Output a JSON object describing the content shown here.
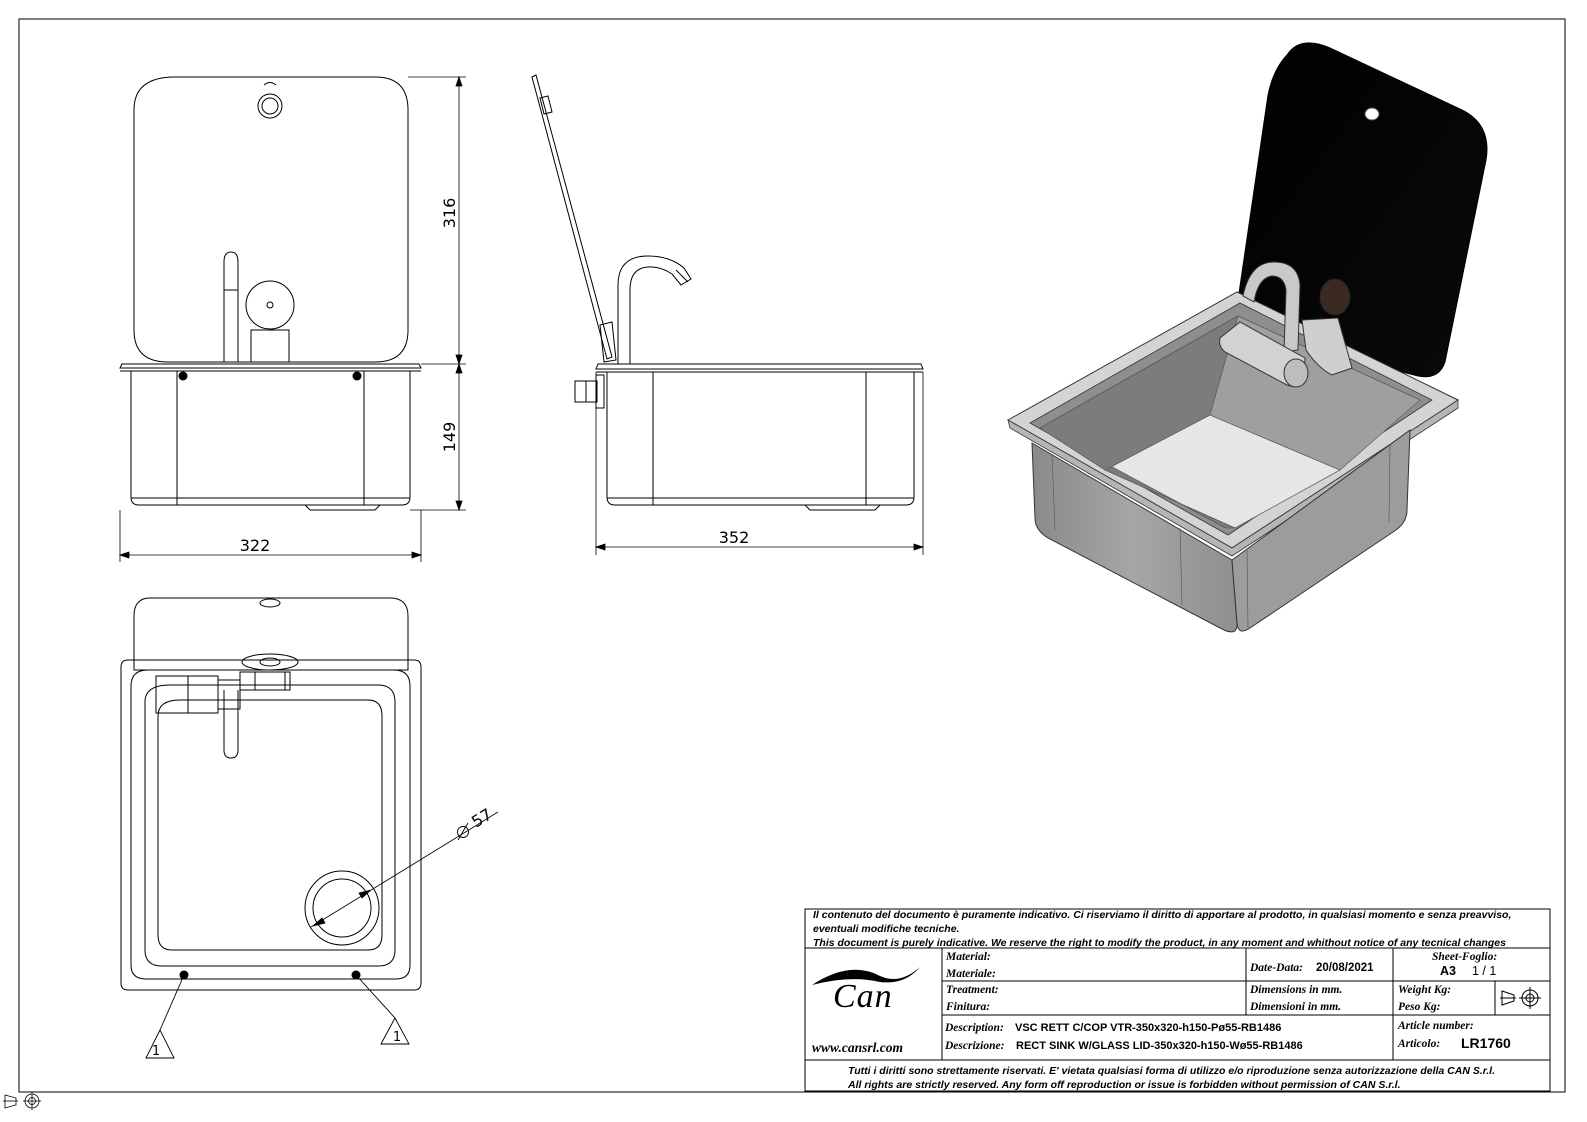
{
  "dimensions": {
    "height_lid": "316",
    "height_bowl": "149",
    "width_front": "322",
    "width_side": "352",
    "drain_diameter": "57"
  },
  "weld_marks": [
    "1",
    "1"
  ],
  "title_block": {
    "disclaimer_it": "Il contenuto del documento è puramente indicativo. Ci riserviamo il diritto di apportare al prodotto, in qualsiasi momento e senza preavviso,",
    "disclaimer_it_2": "eventuali modifiche tecniche.",
    "disclaimer_en": "This document is purely indicative. We reserve the right to modify the product, in any moment and whithout notice of any tecnical changes",
    "logo_text": "Can",
    "website": "www.cansrl.com",
    "material_label": "Material:",
    "materiale_label": "Materiale:",
    "treatment_label": "Treatment:",
    "finitura_label": "Finitura:",
    "date_label": "Date-Data:",
    "date_value": "20/08/2021",
    "sheet_label": "Sheet-Foglio:",
    "sheet_size": "A3",
    "sheet_number": "1 / 1",
    "dimensions_en": "Dimensions in mm.",
    "dimensions_it": "Dimensioni in mm.",
    "weight_label": "Weight Kg:",
    "peso_label": "Peso Kg:",
    "description_label": "Description:",
    "description_value": "VSC RETT C/COP VTR-350x320-h150-Pø55-RB1486",
    "descrizione_label": "Descrizione:",
    "descrizione_value": "RECT SINK W/GLASS LID-350x320-h150-Wø55-RB1486",
    "article_label": "Article number:",
    "articolo_label": "Articolo:",
    "article_value": "LR1760",
    "rights_it": "Tutti i diritti sono strettamente riservati. E' vietata qualsiasi forma di utilizzo e/o riproduzione senza autorizzazione della CAN S.r.l.",
    "rights_en": "All rights are strictly reserved. Any form off reproduction or issue is forbidden without permission of CAN S.r.l."
  }
}
